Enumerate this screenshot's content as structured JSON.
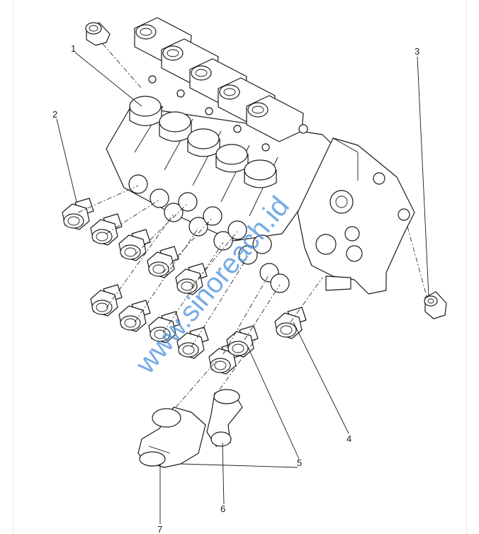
{
  "diagram": {
    "callouts": [
      {
        "id": "1",
        "label": "1"
      },
      {
        "id": "2",
        "label": "2"
      },
      {
        "id": "3",
        "label": "3"
      },
      {
        "id": "4",
        "label": "4"
      },
      {
        "id": "5",
        "label": "5"
      },
      {
        "id": "6",
        "label": "6"
      },
      {
        "id": "7",
        "label": "7"
      }
    ],
    "watermark": "www.sinoreach.id"
  }
}
